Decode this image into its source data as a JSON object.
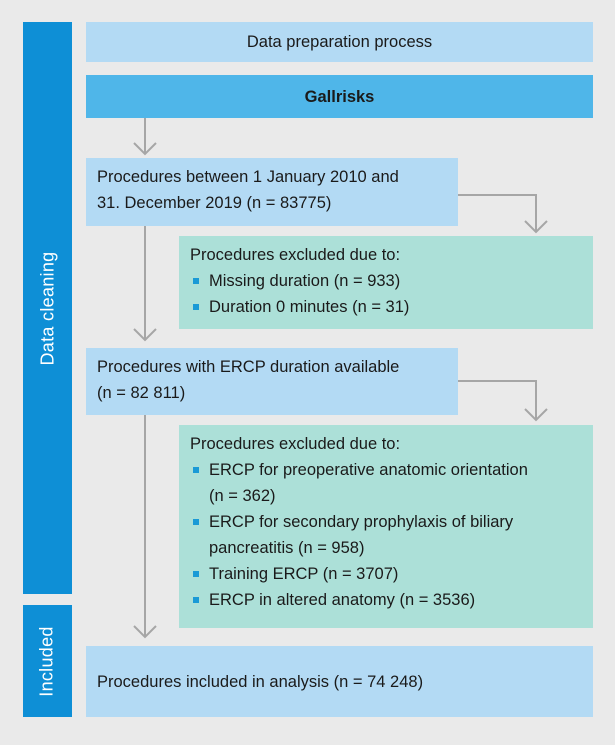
{
  "sidebar": {
    "cleaning_label": "Data cleaning",
    "included_label": "Included"
  },
  "header": {
    "title": "Data preparation process",
    "source": "Gallrisks"
  },
  "step1": {
    "line1": "Procedures between 1 January 2010 and",
    "line2": "31. December 2019 (n = 83775)"
  },
  "exclusion1": {
    "title": "Procedures excluded due to:",
    "items": [
      "Missing duration (n = 933)",
      "Duration 0 minutes (n = 31)"
    ]
  },
  "step2": {
    "line1": "Procedures with ERCP duration available",
    "line2": "(n = 82 811)"
  },
  "exclusion2": {
    "title": "Procedures excluded due to:",
    "items": [
      {
        "line1": "ERCP for preoperative anatomic orientation",
        "line2": "(n = 362)"
      },
      {
        "line1": "ERCP for secondary prophylaxis of biliary",
        "line2": "pancreatitis (n = 958)"
      },
      {
        "line1": "Training ERCP (n = 3707)",
        "line2": ""
      },
      {
        "line1": "ERCP in altered anatomy (n = 3536)",
        "line2": ""
      }
    ]
  },
  "final": {
    "label": "Procedures included in analysis (n = 74 248)"
  },
  "colors": {
    "sidebar": "#0e8fd6",
    "light_box": "#b3daf4",
    "strong_box": "#4fb6e9",
    "exclusion_box": "#ace0d8",
    "connector": "#a6a6a6",
    "bullet": "#1a9ad6"
  }
}
